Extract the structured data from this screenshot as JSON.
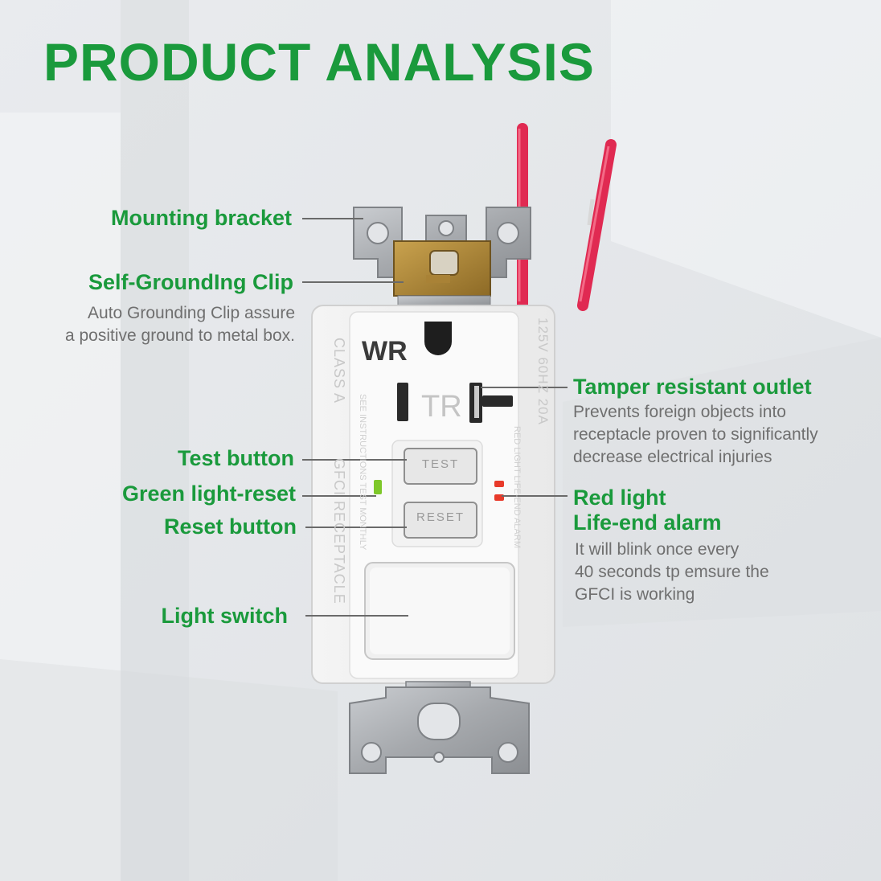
{
  "title": "PRODUCT ANALYSIS",
  "device_text": {
    "brand": "WR",
    "tr": "TR",
    "class_a": "CLASS A",
    "gfci_receptacle": "GFCI RECEPTACLE",
    "instructions": "SEE INSTRUCTIONS TEST MONTHLY",
    "rating": "125V 60HZ 20A",
    "red_light_text": "RED LIGHT LIFE-END ALARM",
    "test_button": "TEST",
    "reset_button": "RESET"
  },
  "callouts": {
    "mounting_bracket": "Mounting bracket",
    "self_grounding_clip": "Self-GroundIng Clip",
    "self_grounding_desc_1": "Auto Grounding Clip assure",
    "self_grounding_desc_2": "a positive ground to metal box.",
    "tamper_outlet": "Tamper resistant outlet",
    "tamper_desc_1": "Prevents foreign objects into",
    "tamper_desc_2": "receptacle proven to significantly",
    "tamper_desc_3": "decrease electrical injuries",
    "test_button": "Test button",
    "green_light": "Green light-reset",
    "reset_button": "Reset button",
    "red_light_1": "Red light",
    "red_light_2": "Life-end alarm",
    "red_light_desc_1": "It will blink once every",
    "red_light_desc_2": "40 seconds tp emsure the",
    "red_light_desc_3": "GFCI is working",
    "light_switch": "Light switch"
  },
  "colors": {
    "accent_green": "#1a9a3c",
    "desc_gray": "#6f6f6f",
    "wire_red": "#e02a52",
    "led_green": "#7ec82a",
    "led_red": "#e83a2a"
  }
}
